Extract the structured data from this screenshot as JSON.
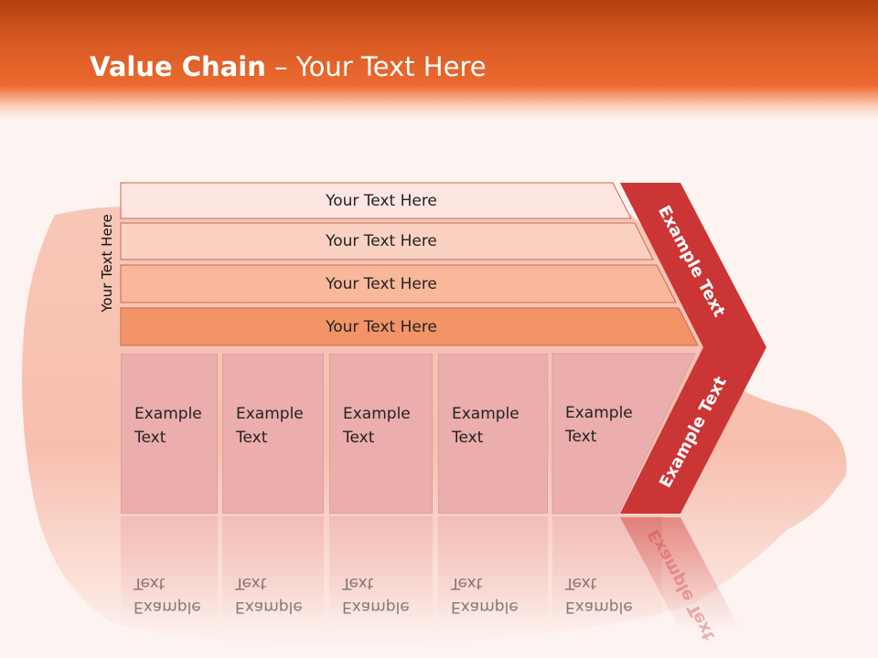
{
  "header": {
    "title_bold": "Value Chain",
    "title_rest": "– Your Text Here"
  },
  "side_label": "Your Text Here",
  "bars": [
    {
      "label": "Your Text Here",
      "color": "#fde6e1"
    },
    {
      "label": "Your Text Here",
      "color": "#fbd2c1"
    },
    {
      "label": "Your Text Here",
      "color": "#f9b89c"
    },
    {
      "label": "Your Text Here",
      "color": "#f39468"
    }
  ],
  "boxes": [
    {
      "line1": "Example",
      "line2": "Text"
    },
    {
      "line1": "Example",
      "line2": "Text"
    },
    {
      "line1": "Example",
      "line2": "Text"
    },
    {
      "line1": "Example",
      "line2": "Text"
    },
    {
      "line1": "Example",
      "line2": "Text"
    }
  ],
  "arrow": {
    "upper_label": "Example Text",
    "lower_label": "Example Text",
    "color": "#cc3535"
  }
}
